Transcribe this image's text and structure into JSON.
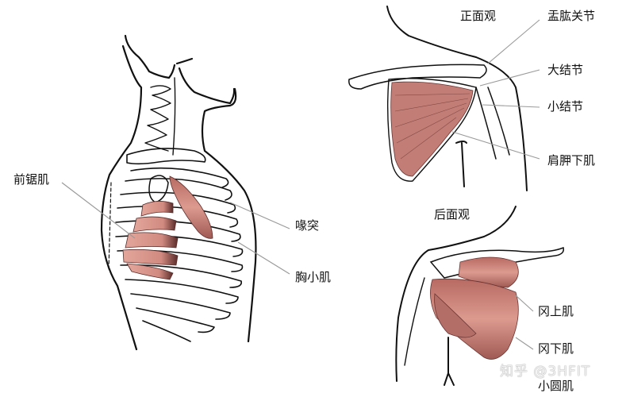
{
  "figure": {
    "panels": [
      {
        "id": "side-view",
        "caption": ""
      },
      {
        "id": "front-view",
        "caption": "正面观"
      },
      {
        "id": "back-view",
        "caption": "后面观"
      }
    ]
  },
  "labels": {
    "serratus_anterior": "前锯肌",
    "coracoid_process": "喙突",
    "pectoralis_minor": "胸小肌",
    "front_view": "正面观",
    "glenohumeral_joint": "盂肱关节",
    "greater_tubercle": "大结节",
    "lesser_tubercle": "小结节",
    "subscapularis": "肩胛下肌",
    "back_view": "后面观",
    "supraspinatus": "冈上肌",
    "infraspinatus": "冈下肌",
    "teres_minor": "小圆肌"
  },
  "watermark": "知乎 @3HFIT",
  "colors": {
    "muscle": "#d9948a",
    "muscle_dark": "#8a4a46",
    "outline": "#111111",
    "leader_line": "#9a9a9a",
    "background": "#ffffff"
  }
}
